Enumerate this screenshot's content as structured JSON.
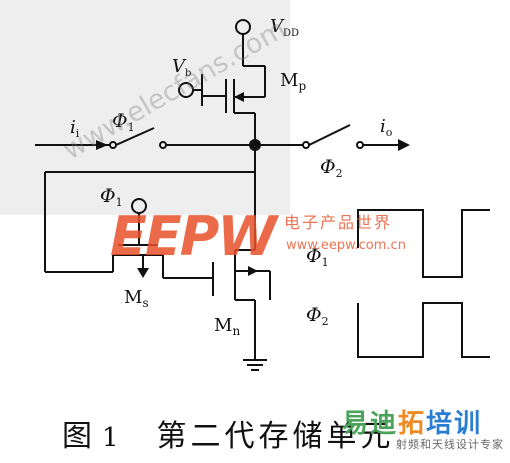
{
  "diagram": {
    "labels": {
      "vdd": "V",
      "vdd_sub": "DD",
      "vb": "V",
      "vb_sub": "b",
      "mp": "M",
      "mp_sub": "p",
      "mn": "M",
      "mn_sub": "n",
      "ms": "M",
      "ms_sub": "s",
      "ii": "i",
      "ii_sub": "i",
      "io": "i",
      "io_sub": "o",
      "phi1_switch": "Φ",
      "phi1_switch_sub": "1",
      "phi1_gate": "Φ",
      "phi1_gate_sub": "1",
      "phi2_switch": "Φ",
      "phi2_switch_sub": "2",
      "phi1_wave": "Φ",
      "phi1_wave_sub": "1",
      "phi2_wave": "Φ",
      "phi2_wave_sub": "2"
    },
    "caption": {
      "prefix": "图",
      "number": "1",
      "title": "第二代存储单元"
    }
  },
  "watermarks": {
    "diagonal": "www.elecfans.com",
    "eepw": "EEPW",
    "eepw_cn": "电子产品世界",
    "eepw_url": "www.eepw.com.cn",
    "logo_big": "易迪拓培训",
    "logo_small": "射频和天线设计专家"
  },
  "colors": {
    "ink": "#111111",
    "eepw_red": "#e8502a",
    "logo_green": "#4aa35a",
    "logo_orange": "#f08a24",
    "logo_blue": "#2a7dd1",
    "panel_gray": "#eeeeee"
  }
}
